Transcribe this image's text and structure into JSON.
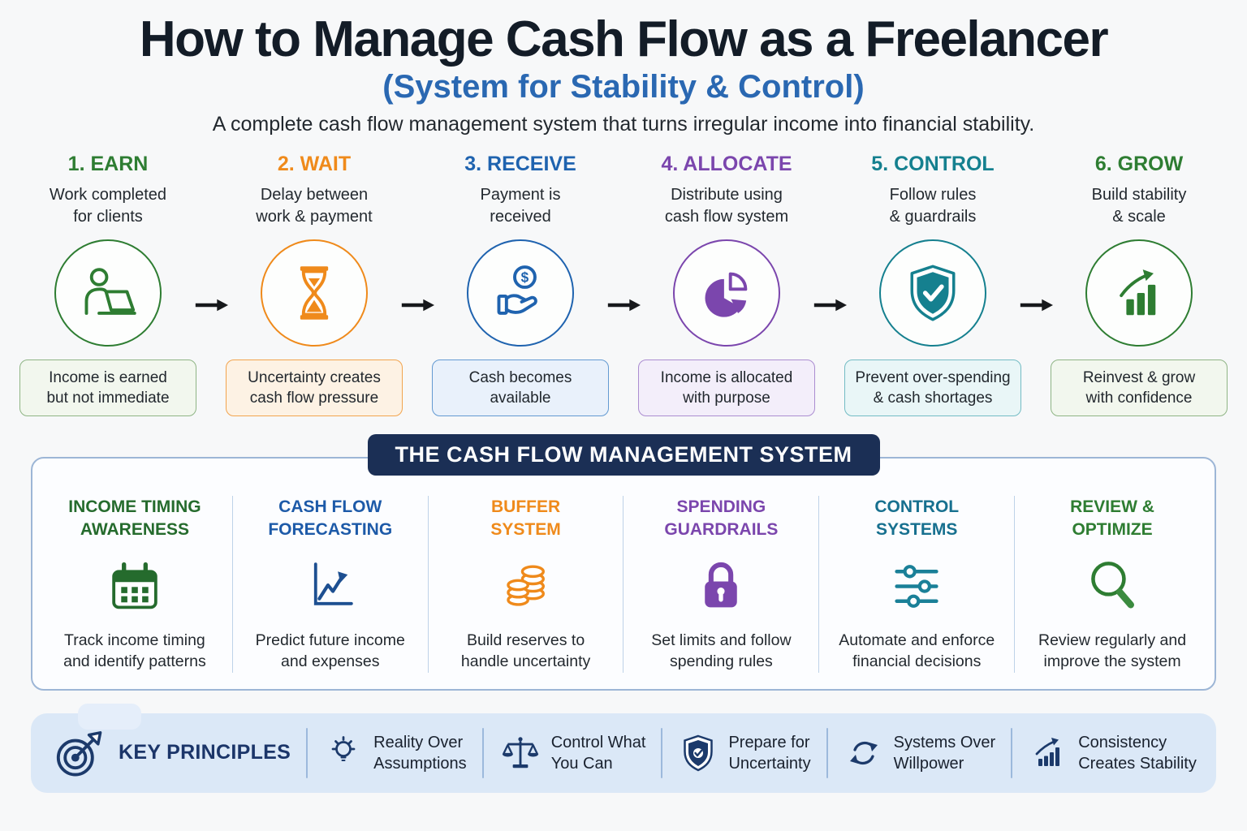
{
  "header": {
    "title": "How to Manage Cash Flow as a Freelancer",
    "subtitle": "(System for Stability & Control)",
    "description": "A complete cash flow management system that turns irregular income into financial stability."
  },
  "palette": {
    "green": "#2e7d32",
    "orange": "#ef8a1b",
    "blue": "#1f63af",
    "purple": "#7b46ad",
    "teal": "#15808f",
    "navy": "#1b3569",
    "banner_navy": "#1b2f55",
    "bar_bg": "#dbe8f7"
  },
  "icons": {
    "dollar": "$"
  },
  "steps": [
    {
      "title": "1. EARN",
      "desc": "Work completed\nfor clients",
      "icon": "person-laptop-icon",
      "caption": "Income is earned\nbut not immediate",
      "color": "#2e7d32"
    },
    {
      "title": "2. WAIT",
      "desc": "Delay between\nwork & payment",
      "icon": "hourglass-icon",
      "caption": "Uncertainty creates\ncash flow pressure",
      "color": "#ef8a1b"
    },
    {
      "title": "3. RECEIVE",
      "desc": "Payment is\nreceived",
      "icon": "hand-coin-icon",
      "caption": "Cash becomes\navailable",
      "color": "#1f63af"
    },
    {
      "title": "4. ALLOCATE",
      "desc": "Distribute using\ncash flow system",
      "icon": "pie-chart-icon",
      "caption": "Income is allocated\nwith purpose",
      "color": "#7b46ad"
    },
    {
      "title": "5. CONTROL",
      "desc": "Follow rules\n& guardrails",
      "icon": "shield-check-icon",
      "caption": "Prevent over-spending\n& cash shortages",
      "color": "#15808f"
    },
    {
      "title": "6. GROW",
      "desc": "Build stability\n& scale",
      "icon": "growth-chart-icon",
      "caption": "Reinvest & grow\nwith confidence",
      "color": "#2e7d32"
    }
  ],
  "system": {
    "banner": "THE CASH FLOW MANAGEMENT SYSTEM",
    "columns": [
      {
        "title": "INCOME TIMING\nAWARENESS",
        "icon": "calendar-icon",
        "desc": "Track income timing\nand identify patterns",
        "color": "#256b2d"
      },
      {
        "title": "CASH FLOW\nFORECASTING",
        "icon": "line-chart-icon",
        "desc": "Predict future income\nand expenses",
        "color": "#1d5aa8"
      },
      {
        "title": "BUFFER\nSYSTEM",
        "icon": "coin-stack-icon",
        "desc": "Build reserves to\nhandle uncertainty",
        "color": "#ef8a1b"
      },
      {
        "title": "SPENDING\nGUARDRAILS",
        "icon": "padlock-icon",
        "desc": "Set limits and follow\nspending rules",
        "color": "#7b46ad"
      },
      {
        "title": "CONTROL\nSYSTEMS",
        "icon": "sliders-icon",
        "desc": "Automate and enforce\nfinancial decisions",
        "color": "#17708f"
      },
      {
        "title": "REVIEW &\nOPTIMIZE",
        "icon": "magnifier-icon",
        "desc": "Review regularly and\nimprove the system",
        "color": "#2e7d32"
      }
    ]
  },
  "principles": {
    "heading": "KEY PRINCIPLES",
    "items": [
      {
        "label": "Reality Over\nAssumptions",
        "icon": "lightbulb-icon"
      },
      {
        "label": "Control What\nYou Can",
        "icon": "scales-icon"
      },
      {
        "label": "Prepare for\nUncertainty",
        "icon": "shield-check-icon"
      },
      {
        "label": "Systems Over\nWillpower",
        "icon": "refresh-arrows-icon"
      },
      {
        "label": "Consistency\nCreates Stability",
        "icon": "bar-growth-icon"
      }
    ]
  }
}
